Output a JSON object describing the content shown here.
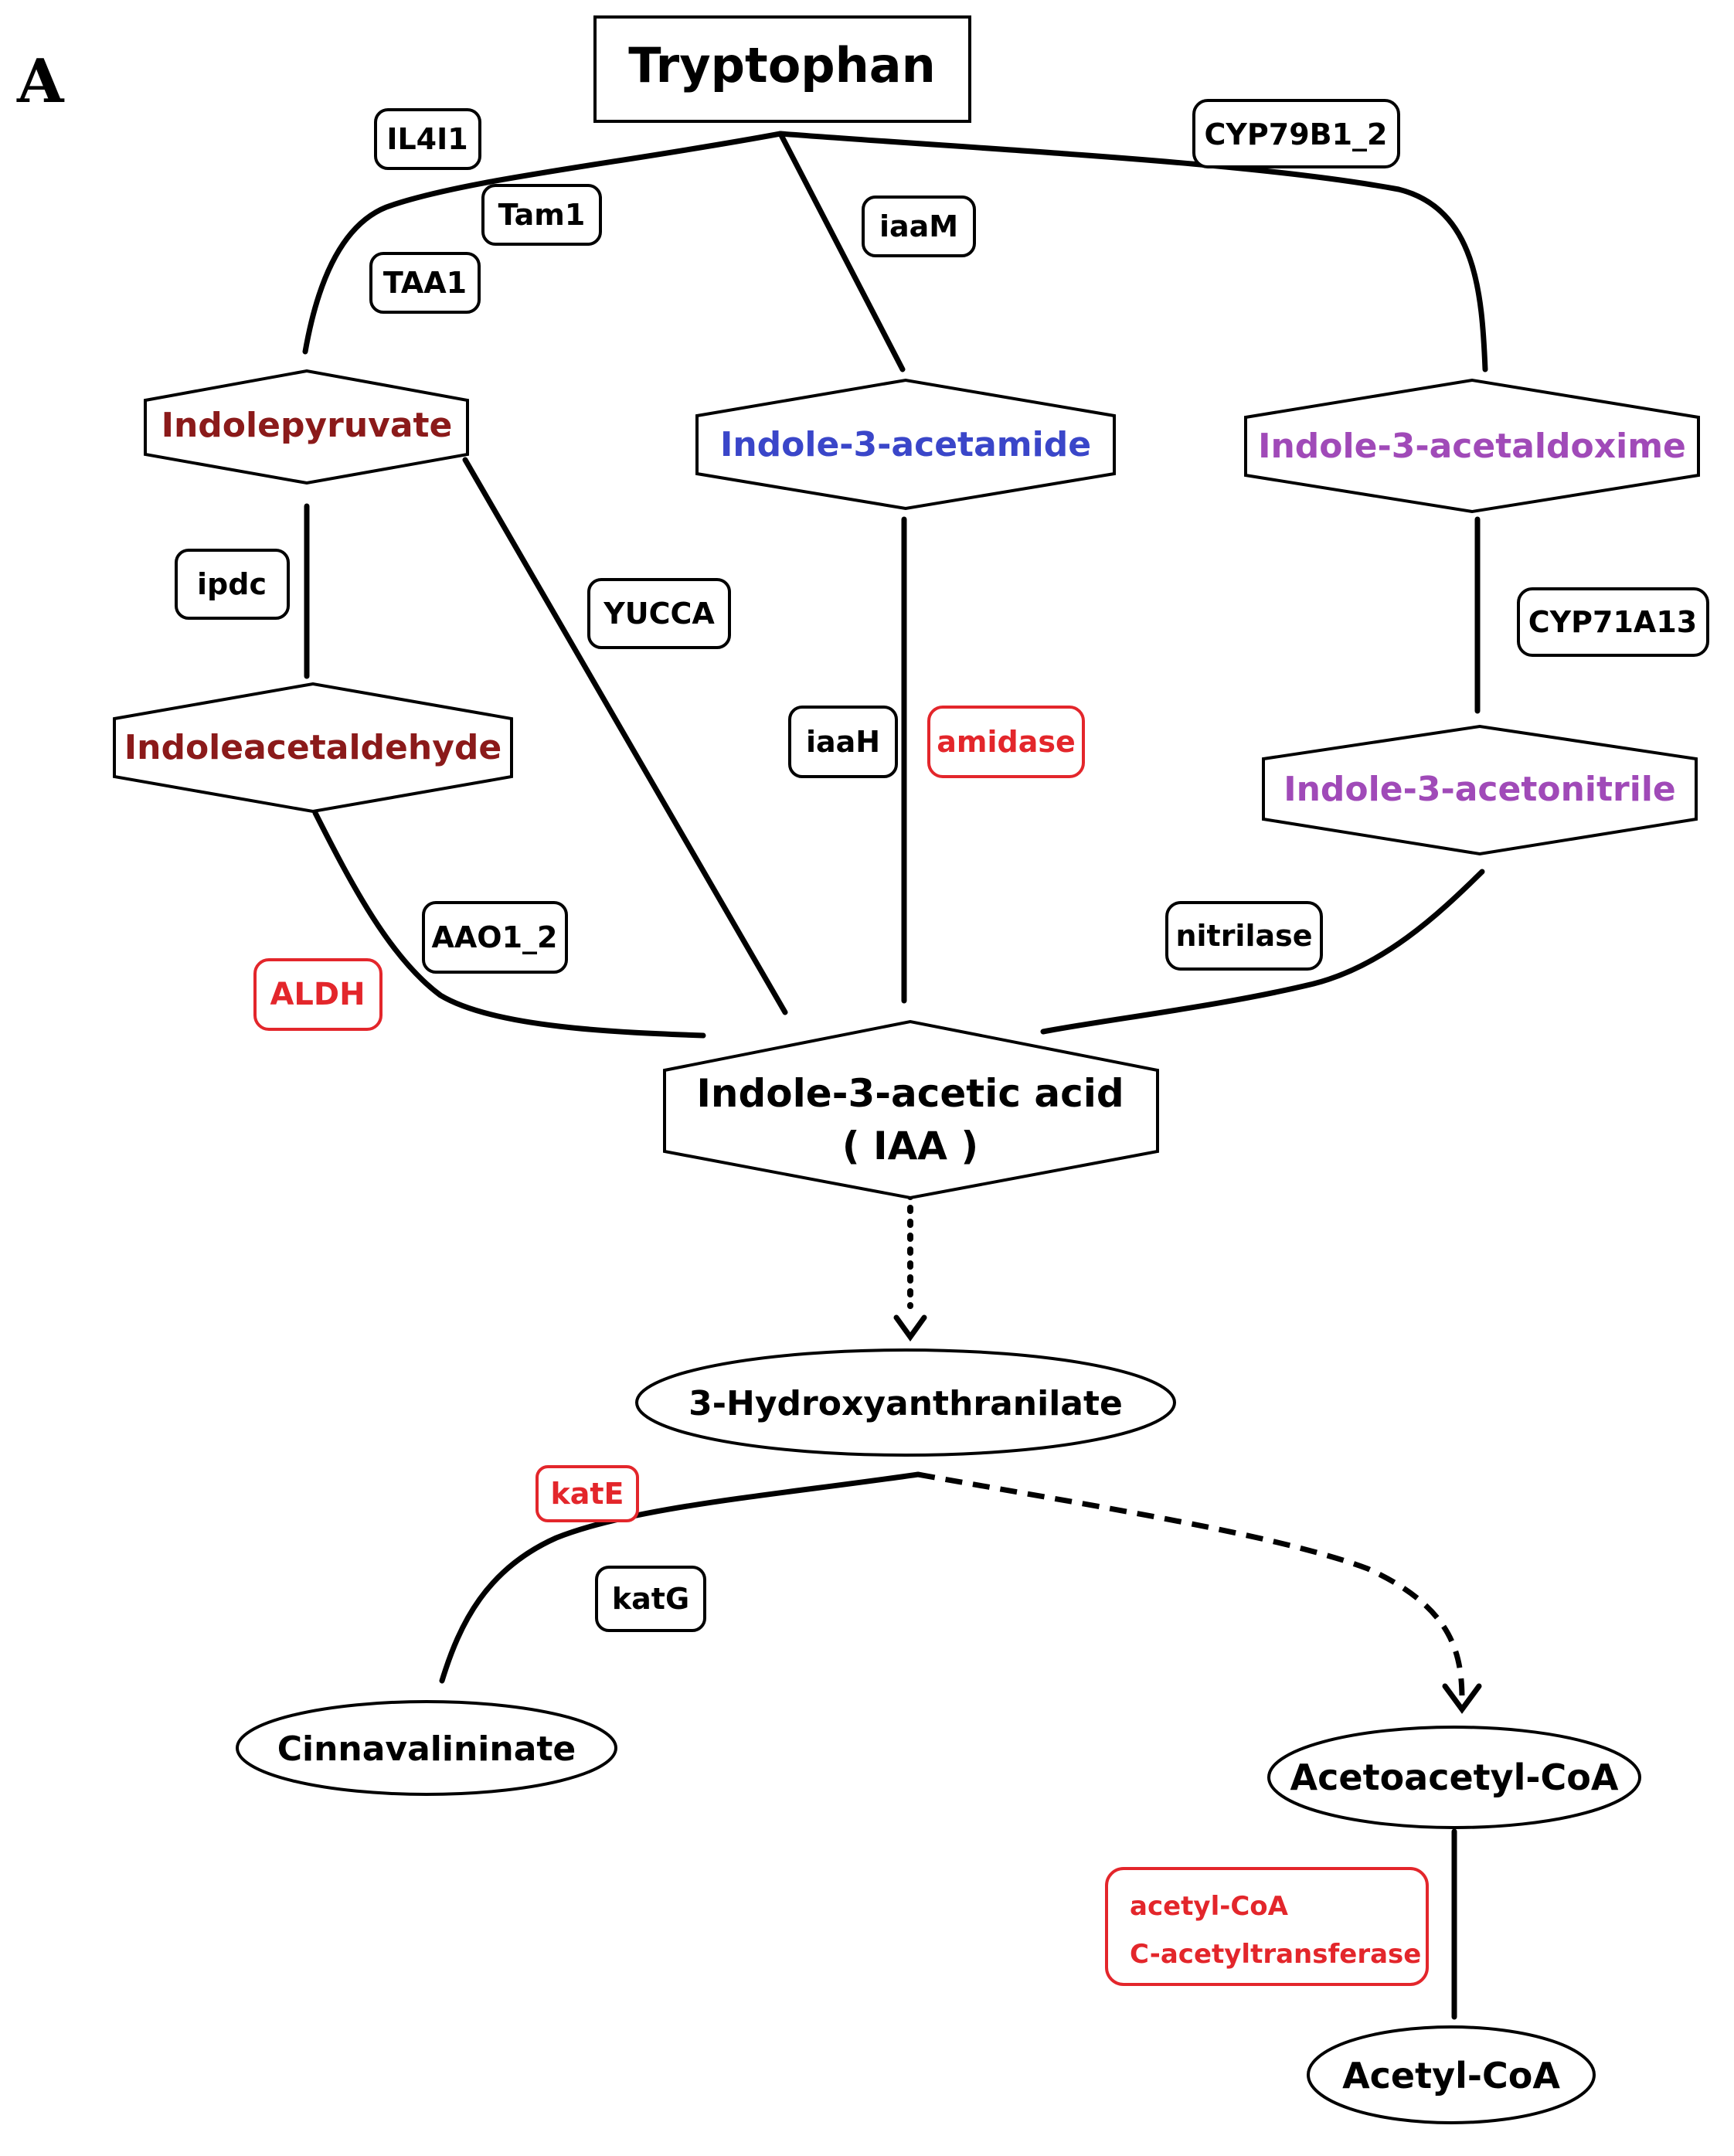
{
  "panel_label": "A",
  "colors": {
    "black": "#000000",
    "dark_red": "#8b1a1a",
    "blue": "#3a46c9",
    "purple": "#a04ab8",
    "red": "#e3262b"
  },
  "nodes": {
    "tryptophan": "Tryptophan",
    "indolepyruvate": "Indolepyruvate",
    "indole_3_acetamide": "Indole-3-acetamide",
    "indole_3_acetaldoxime": "Indole-3-acetaldoxime",
    "indoleacetaldehyde": "Indoleacetaldehyde",
    "indole_3_acetonitrile": "Indole-3-acetonitrile",
    "iaa_line1": "Indole-3-acetic acid",
    "iaa_line2": "( IAA )",
    "hydroxyanthranilate": "3-Hydroxyanthranilate",
    "cinnavalininate": "Cinnavalininate",
    "acetoacetyl_coa": "Acetoacetyl-CoA",
    "acetyl_coa": "Acetyl-CoA"
  },
  "enzymes": {
    "il4i1": "IL4I1",
    "tam1": "Tam1",
    "taa1": "TAA1",
    "iaam": "iaaM",
    "cyp79b1_2": "CYP79B1_2",
    "ipdc": "ipdc",
    "yucca": "YUCCA",
    "iaah": "iaaH",
    "amidase": "amidase",
    "cyp71a13": "CYP71A13",
    "aao1_2": "AAO1_2",
    "aldh": "ALDH",
    "nitrilase": "nitrilase",
    "kate": "katE",
    "katg": "katG",
    "acetyl_transferase_line1": "acetyl-CoA",
    "acetyl_transferase_line2": "C-acetyltransferase"
  }
}
